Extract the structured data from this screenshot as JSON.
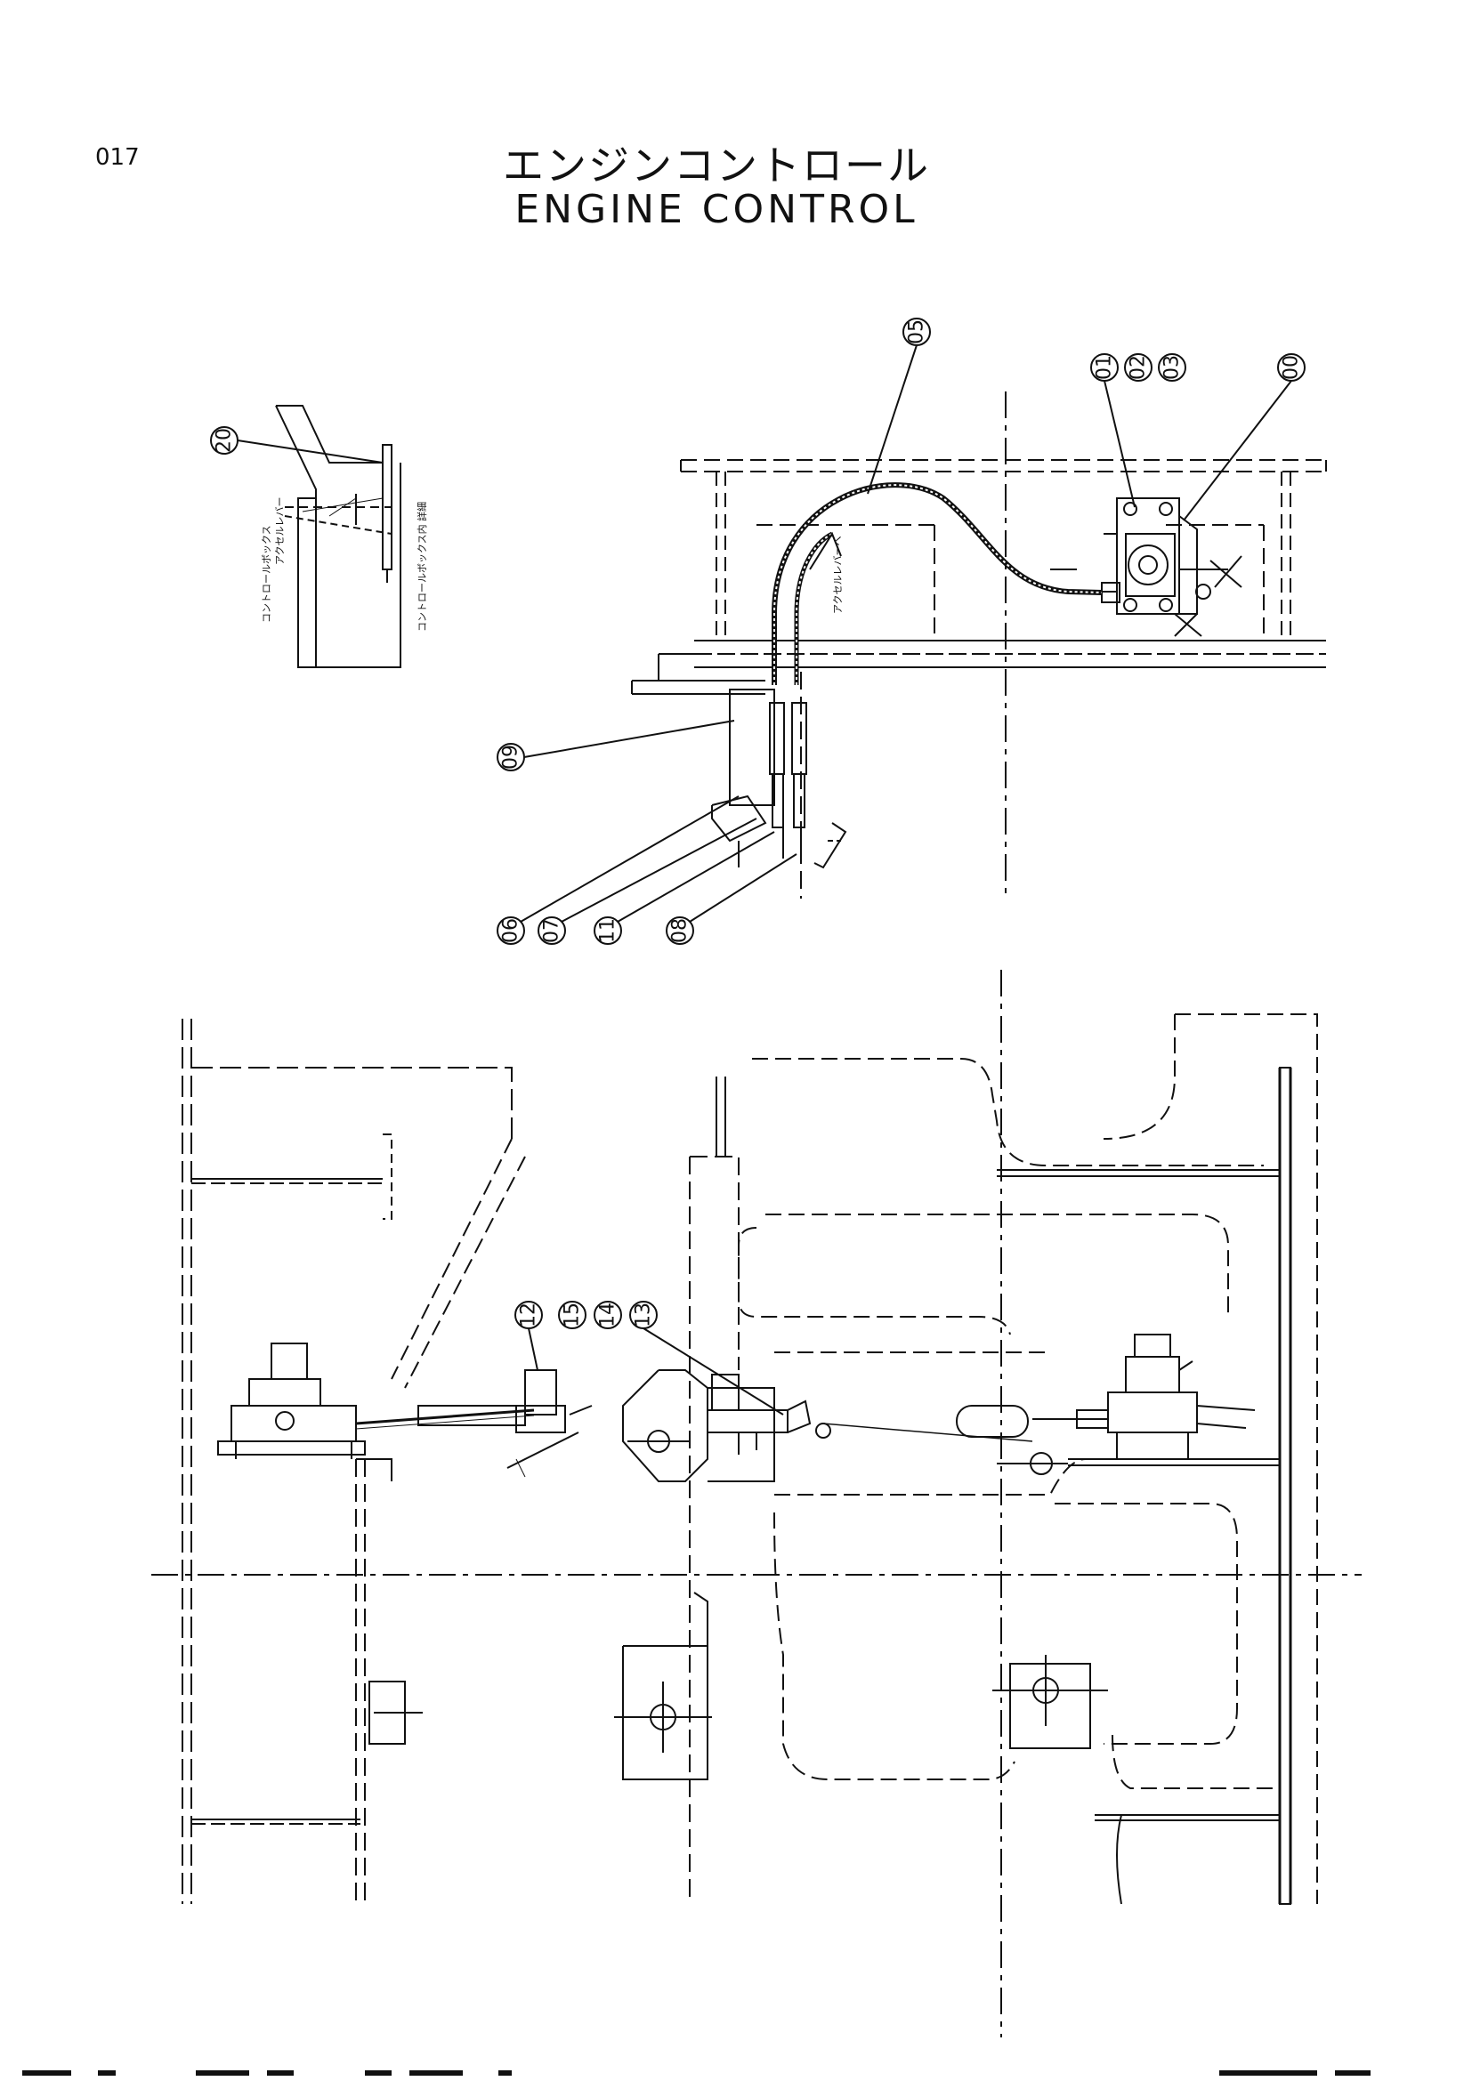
{
  "header": {
    "page_code": "017",
    "title_jp": "エンジンコントロール",
    "title_en": "ENGINE CONTROL"
  },
  "callouts": {
    "c00": "00",
    "c01": "01",
    "c02": "02",
    "c03": "03",
    "c05": "05",
    "c06": "06",
    "c07": "07",
    "c08": "08",
    "c09": "09",
    "c11": "11",
    "c12": "12",
    "c13": "13",
    "c14": "14",
    "c15": "15",
    "c20": "20"
  },
  "notes": {
    "accel_lever": "アクセルレバー",
    "control_box": "コントロールボックス",
    "control_box_inside": "コントロールボックス内 詳細",
    "to_accel_lever": "アクセルレバーへ"
  }
}
